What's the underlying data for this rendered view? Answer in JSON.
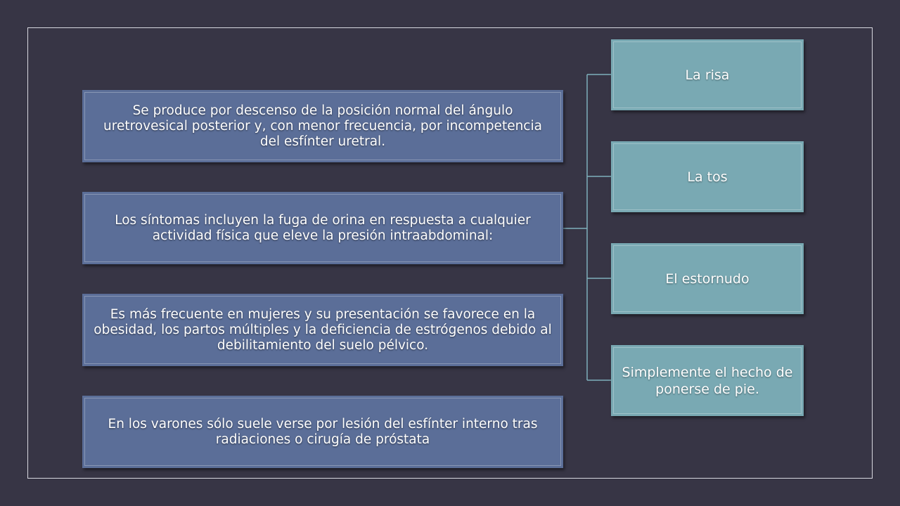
{
  "diagram": {
    "left_items": [
      {
        "text": "Se produce por descenso de la posición normal del ángulo uretrovesical posterior y, con menor frecuencia, por incompetencia del esfínter uretral."
      },
      {
        "text": "Los síntomas incluyen la fuga de orina en respuesta a cualquier actividad física que eleve la presión intraabdominal:"
      },
      {
        "text": "Es más frecuente en mujeres y su presentación se favorece en la obesidad, los partos múltiples y la deficiencia de estrógenos debido al debilitamiento del suelo pélvico."
      },
      {
        "text": "En los varones sólo suele verse por lesión del esfínter interno tras radiaciones o cirugía de próstata"
      }
    ],
    "right_items": [
      {
        "text": "La risa"
      },
      {
        "text": "La tos"
      },
      {
        "text": "El estornudo"
      },
      {
        "text": "Simplemente el hecho de ponerse de pie."
      }
    ]
  },
  "colors": {
    "background": "#373545",
    "left_box": "#5b6e98",
    "right_box": "#79a9b3",
    "connector": "#7fb0bb"
  }
}
